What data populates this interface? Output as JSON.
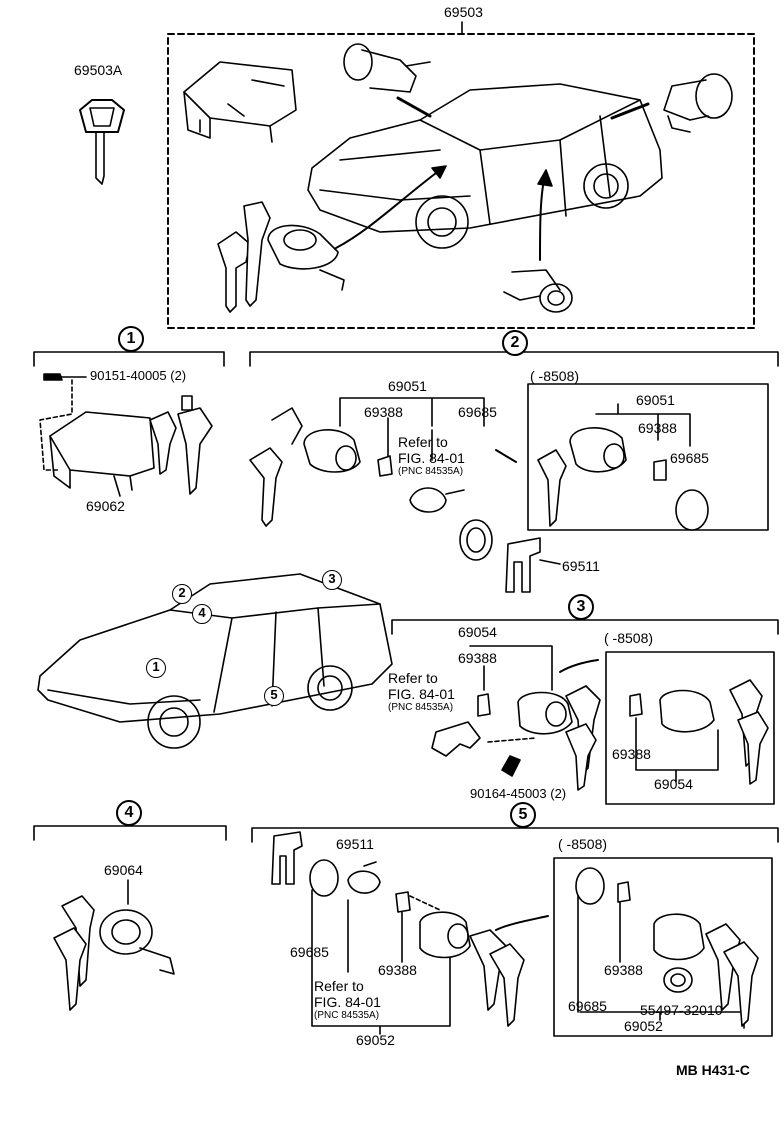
{
  "labels": {
    "top_assembly": "69503",
    "key_blank": "69503A",
    "sec1_bolt": "90151-40005 (2)",
    "sec1_part": "69062",
    "sec2_group": "69051",
    "sec2_cyl": "69388",
    "sec2_ring": "69685",
    "sec2_refer1": "Refer to",
    "sec2_refer2": "FIG. 84-01",
    "sec2_pnc": "(PNC 84535A)",
    "sec2_clip": "69511",
    "sec2_box_title": "(      -8508)",
    "sec2_box_group": "69051",
    "sec2_box_cyl": "69388",
    "sec2_box_ring": "69685",
    "sec3_group": "69054",
    "sec3_cyl": "69388",
    "sec3_refer1": "Refer to",
    "sec3_refer2": "FIG. 84-01",
    "sec3_pnc": "(PNC 84535A)",
    "sec3_screw": "90164-45003 (2)",
    "sec3_box_title": "(        -8508)",
    "sec3_box_cyl": "69388",
    "sec3_box_group": "69054",
    "sec4_part": "69064",
    "sec5_clip": "69511",
    "sec5_ring": "69685",
    "sec5_refer1": "Refer to",
    "sec5_refer2": "FIG. 84-01",
    "sec5_pnc": "(PNC 84535A)",
    "sec5_cyl": "69388",
    "sec5_group": "69052",
    "sec5_box_title": "(      -8508)",
    "sec5_box_cyl": "69388",
    "sec5_box_ring": "69685",
    "sec5_box_seal": "55497-32010",
    "sec5_box_group": "69052",
    "footer_code": "MB  H431-C"
  },
  "callouts": {
    "c1": "1",
    "c2": "2",
    "c3": "3",
    "c4": "4",
    "c5": "5",
    "car_c1": "1",
    "car_c2": "2",
    "car_c3": "3",
    "car_c4": "4",
    "car_c5": "5"
  }
}
